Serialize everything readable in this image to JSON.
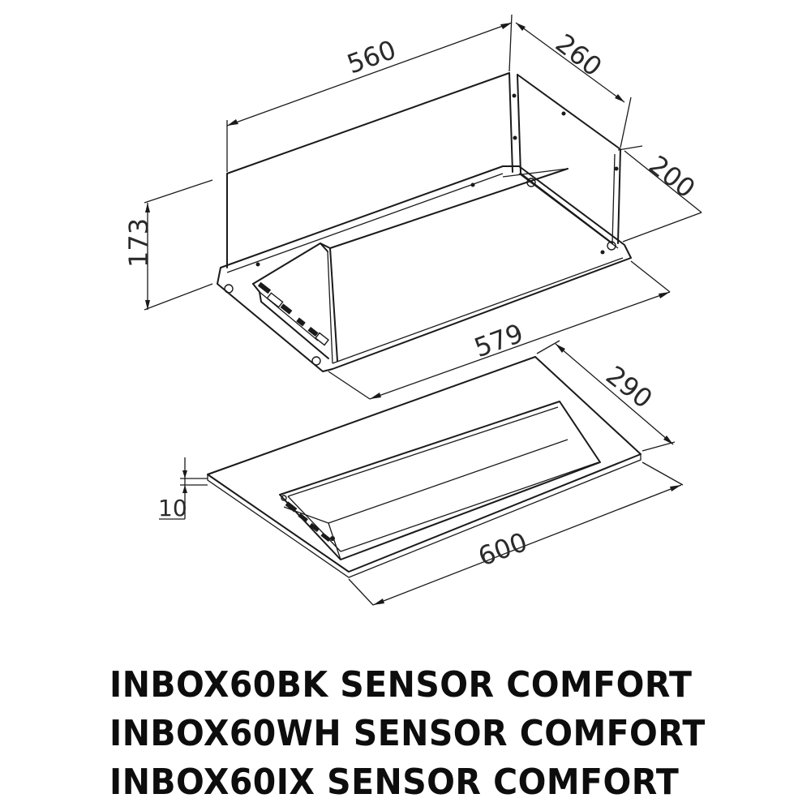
{
  "dimensions": {
    "width_top": "560",
    "depth_top": "260",
    "depth_body": "200",
    "height": "173",
    "width_flange": "579",
    "depth_panel": "290",
    "panel_thickness": "10",
    "width_panel": "600"
  },
  "models": [
    "INBOX60BK SENSOR COMFORT",
    "INBOX60WH SENSOR COMFORT",
    "INBOX60IX SENSOR COMFORT"
  ]
}
